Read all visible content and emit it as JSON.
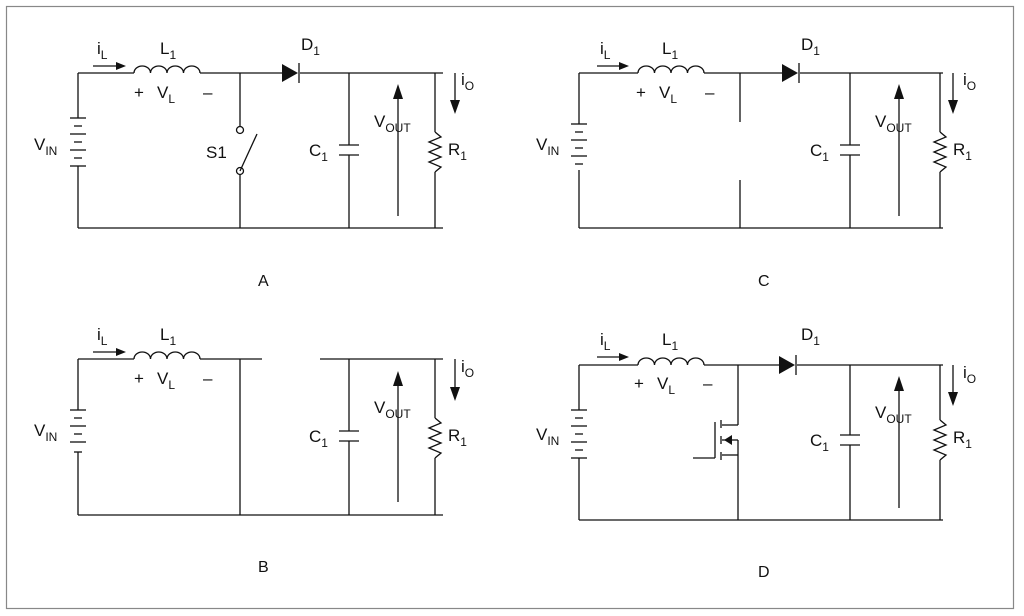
{
  "figure": {
    "panels": [
      {
        "caption": "A",
        "inductor_current": {
          "main": "i",
          "sub": "L"
        },
        "inductor": {
          "main": "L",
          "sub": "1"
        },
        "inductor_voltage": {
          "plus": "+",
          "main": "V",
          "sub": "L",
          "minus": "–"
        },
        "source": {
          "main": "V",
          "sub": "IN"
        },
        "switch": "S1",
        "diode": {
          "main": "D",
          "sub": "1"
        },
        "capacitor": {
          "main": "C",
          "sub": "1"
        },
        "output_voltage": {
          "main": "V",
          "sub": "OUT"
        },
        "output_current": {
          "main": "i",
          "sub": "O"
        },
        "resistor": {
          "main": "R",
          "sub": "1"
        }
      },
      {
        "caption": "B",
        "inductor_current": {
          "main": "i",
          "sub": "L"
        },
        "inductor": {
          "main": "L",
          "sub": "1"
        },
        "inductor_voltage": {
          "plus": "+",
          "main": "V",
          "sub": "L",
          "minus": "–"
        },
        "source": {
          "main": "V",
          "sub": "IN"
        },
        "capacitor": {
          "main": "C",
          "sub": "1"
        },
        "output_voltage": {
          "main": "V",
          "sub": "OUT"
        },
        "output_current": {
          "main": "i",
          "sub": "O"
        },
        "resistor": {
          "main": "R",
          "sub": "1"
        }
      },
      {
        "caption": "C",
        "inductor_current": {
          "main": "i",
          "sub": "L"
        },
        "inductor": {
          "main": "L",
          "sub": "1"
        },
        "inductor_voltage": {
          "plus": "+",
          "main": "V",
          "sub": "L",
          "minus": "–"
        },
        "source": {
          "main": "V",
          "sub": "IN"
        },
        "diode": {
          "main": "D",
          "sub": "1"
        },
        "capacitor": {
          "main": "C",
          "sub": "1"
        },
        "output_voltage": {
          "main": "V",
          "sub": "OUT"
        },
        "output_current": {
          "main": "i",
          "sub": "O"
        },
        "resistor": {
          "main": "R",
          "sub": "1"
        }
      },
      {
        "caption": "D",
        "inductor_current": {
          "main": "i",
          "sub": "L"
        },
        "inductor": {
          "main": "L",
          "sub": "1"
        },
        "inductor_voltage": {
          "plus": "+",
          "main": "V",
          "sub": "L",
          "minus": "–"
        },
        "source": {
          "main": "V",
          "sub": "IN"
        },
        "diode": {
          "main": "D",
          "sub": "1"
        },
        "capacitor": {
          "main": "C",
          "sub": "1"
        },
        "output_voltage": {
          "main": "V",
          "sub": "OUT"
        },
        "output_current": {
          "main": "i",
          "sub": "O"
        },
        "resistor": {
          "main": "R",
          "sub": "1"
        }
      }
    ]
  }
}
